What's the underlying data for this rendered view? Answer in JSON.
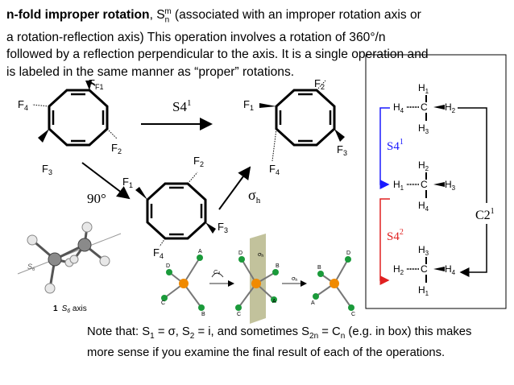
{
  "intro": {
    "term": "n-fold improper rotation",
    "symbol": "S",
    "symbol_sub": "n",
    "symbol_sup": "m",
    "line1_rest": " (associated with an improper rotation axis or",
    "line2": "a rotation-reflection axis)  This operation involves a rotation of 360°/n",
    "line3": "followed by a reflection perpendicular to the axis.  It is a single operation and",
    "line4": "is labeled in the same manner as “proper” rotations."
  },
  "note": {
    "p1": "Note that: S",
    "s1": "1",
    "p2": " = σ, S",
    "s2": "2",
    "p3": " = i, and sometimes S",
    "s3": "2n",
    "p4": " = C",
    "s4": "n",
    "p5": " (e.g. in box) this makes",
    "line2": "more sense if you examine the final result of each of the operations."
  },
  "ring_left": {
    "f1": "F1",
    "f2": "F2",
    "f3": "F3",
    "f4": "F4"
  },
  "ring_right": {
    "f1": "F1",
    "f2": "F2",
    "f3": "F3",
    "f4": "F4"
  },
  "ring_middle": {
    "f1": "F1",
    "f2": "F2",
    "f3": "F3",
    "f4": "F4"
  },
  "ops": {
    "s41": "S4",
    "s41_sup": "1",
    "ninety": "90°",
    "sigma_h": "σh"
  },
  "model3d": {
    "axis_label": "S6",
    "caption_num": "1",
    "caption": "S6 axis"
  },
  "mini": {
    "labels": [
      "A",
      "B",
      "C",
      "D",
      "A",
      "B",
      "C",
      "D",
      "A",
      "B",
      "C",
      "D"
    ],
    "c4": "C4",
    "sigma_h": "σh",
    "sigma_h2": "σh"
  },
  "box": {
    "mol1": {
      "top": "H1",
      "left": "H4",
      "c": "C",
      "right": "H2",
      "bottom": "H3"
    },
    "mol2": {
      "top": "H2",
      "left": "H1",
      "c": "C",
      "right": "H3",
      "bottom": "H4"
    },
    "mol3": {
      "top": "H3",
      "left": "H2",
      "c": "C",
      "right": "H4",
      "bottom": "H1"
    },
    "s41": "S4",
    "s41_sup": "1",
    "s42": "S4",
    "s42_sup": "2",
    "c21": "C2",
    "c21_sup": "1"
  },
  "colors": {
    "blue": "#1a1aff",
    "red": "#e02020",
    "orange": "#f08a00",
    "green": "#1a9a3a",
    "plane": "#9a9a5a"
  }
}
